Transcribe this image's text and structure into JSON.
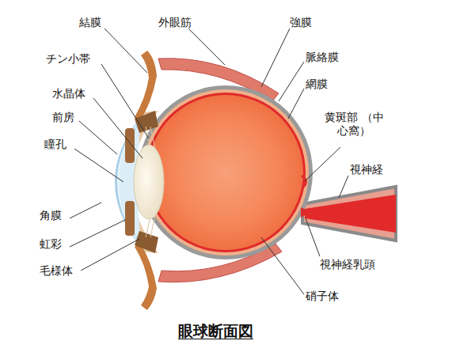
{
  "diagram": {
    "title": "眼球断面図",
    "labels": [
      "結膜",
      "外眼筋",
      "強膜",
      "チン小帯",
      "脈絡膜",
      "水晶体",
      "網膜",
      "前房",
      "黄斑部 （中心窩）",
      "瞳孔",
      "視神経",
      "角膜",
      "虹彩",
      "視神経乳頭",
      "毛様体",
      "硝子体"
    ]
  }
}
